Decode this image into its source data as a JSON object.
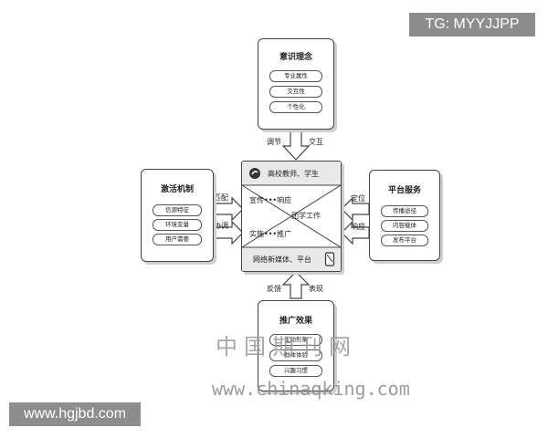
{
  "top_right_tag": "TG: MYYJJPP",
  "bottom_left_tag": "www.hgjbd.com",
  "top_box": {
    "title": "意识理念",
    "items": [
      "专业属性",
      "交互性",
      "个性化"
    ]
  },
  "top_arrow": {
    "left": "调节",
    "right": "交互"
  },
  "left_box": {
    "title": "激活机制",
    "items": [
      "信源特征",
      "环境变量",
      "用户需要"
    ]
  },
  "left_arrow": {
    "top": "匹配",
    "bottom": "协调"
  },
  "right_box": {
    "title": "平台服务",
    "items": [
      "传播途径",
      "内容载体",
      "发布平台"
    ]
  },
  "right_arrow": {
    "top": "定位",
    "bottom": "响应"
  },
  "bottom_box": {
    "title": "推广效果",
    "items": [
      "生动形象",
      "群体体验",
      "兴趣习惯"
    ]
  },
  "bottom_arrow": {
    "left": "反馈",
    "right": "表现"
  },
  "center": {
    "header": "高校教师、学生",
    "upper": "宣传•••响应",
    "middle": "团学工作",
    "lower": "实施•••推广",
    "footer": "网络新媒体、平台"
  },
  "watermark": {
    "chinese": "中国期刊网",
    "url": "www.chinaqking.com"
  }
}
